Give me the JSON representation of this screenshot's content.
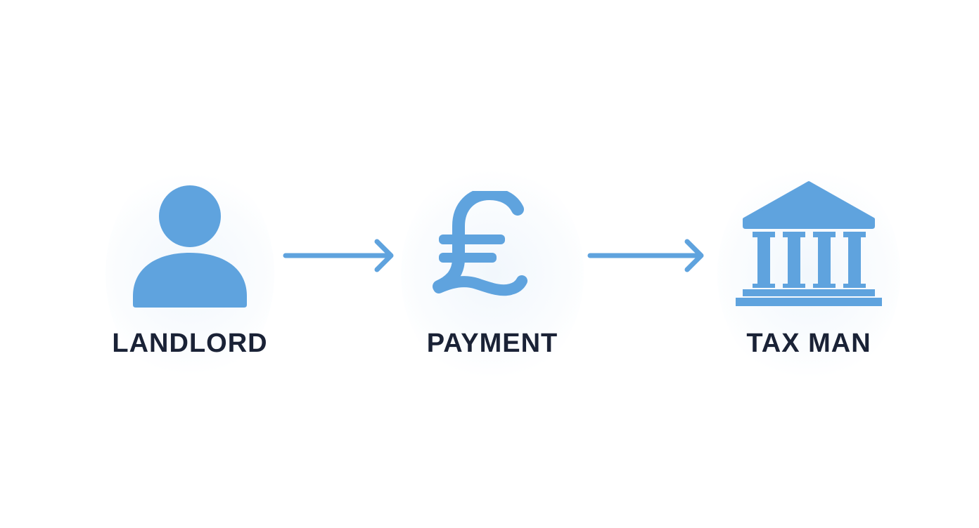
{
  "diagram": {
    "nodes": [
      {
        "id": "landlord",
        "label": "LANDLORD",
        "icon": "person-icon"
      },
      {
        "id": "payment",
        "label": "PAYMENT",
        "icon": "pound-sterling-icon"
      },
      {
        "id": "taxman",
        "label": "TAX MAN",
        "icon": "bank-building-icon"
      }
    ],
    "edges": [
      {
        "from": "landlord",
        "to": "payment"
      },
      {
        "from": "payment",
        "to": "taxman"
      }
    ],
    "colors": {
      "icon": "#5fa3de",
      "label": "#1a2236",
      "background": "#ffffff"
    }
  }
}
